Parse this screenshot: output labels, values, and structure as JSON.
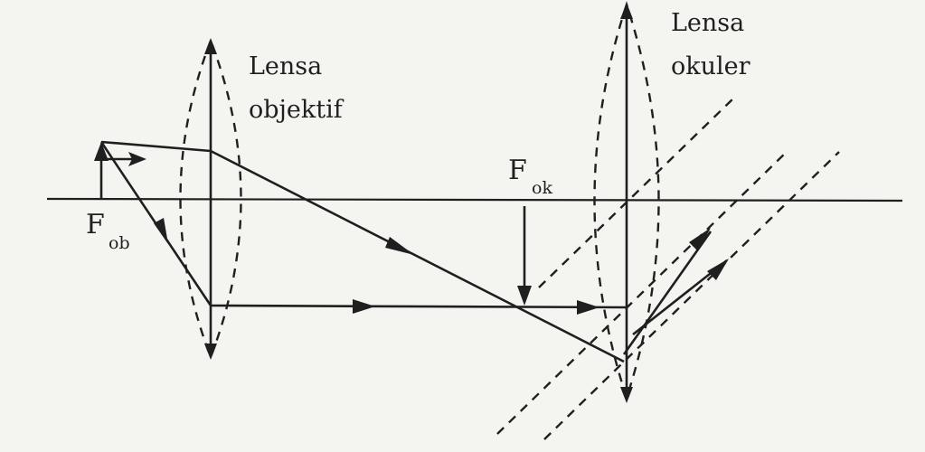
{
  "labels": {
    "objective_lens_line1": "Lensa",
    "objective_lens_line2": "objektif",
    "eyepiece_lens_line1": "Lensa",
    "eyepiece_lens_line2": "okuler",
    "focal_objective_letter": "F",
    "focal_objective_sub": "ob",
    "focal_eyepiece_letter": "F",
    "focal_eyepiece_sub": "ok"
  },
  "colors": {
    "background": "#f4f4f1",
    "ink": "#1f1f1f"
  }
}
